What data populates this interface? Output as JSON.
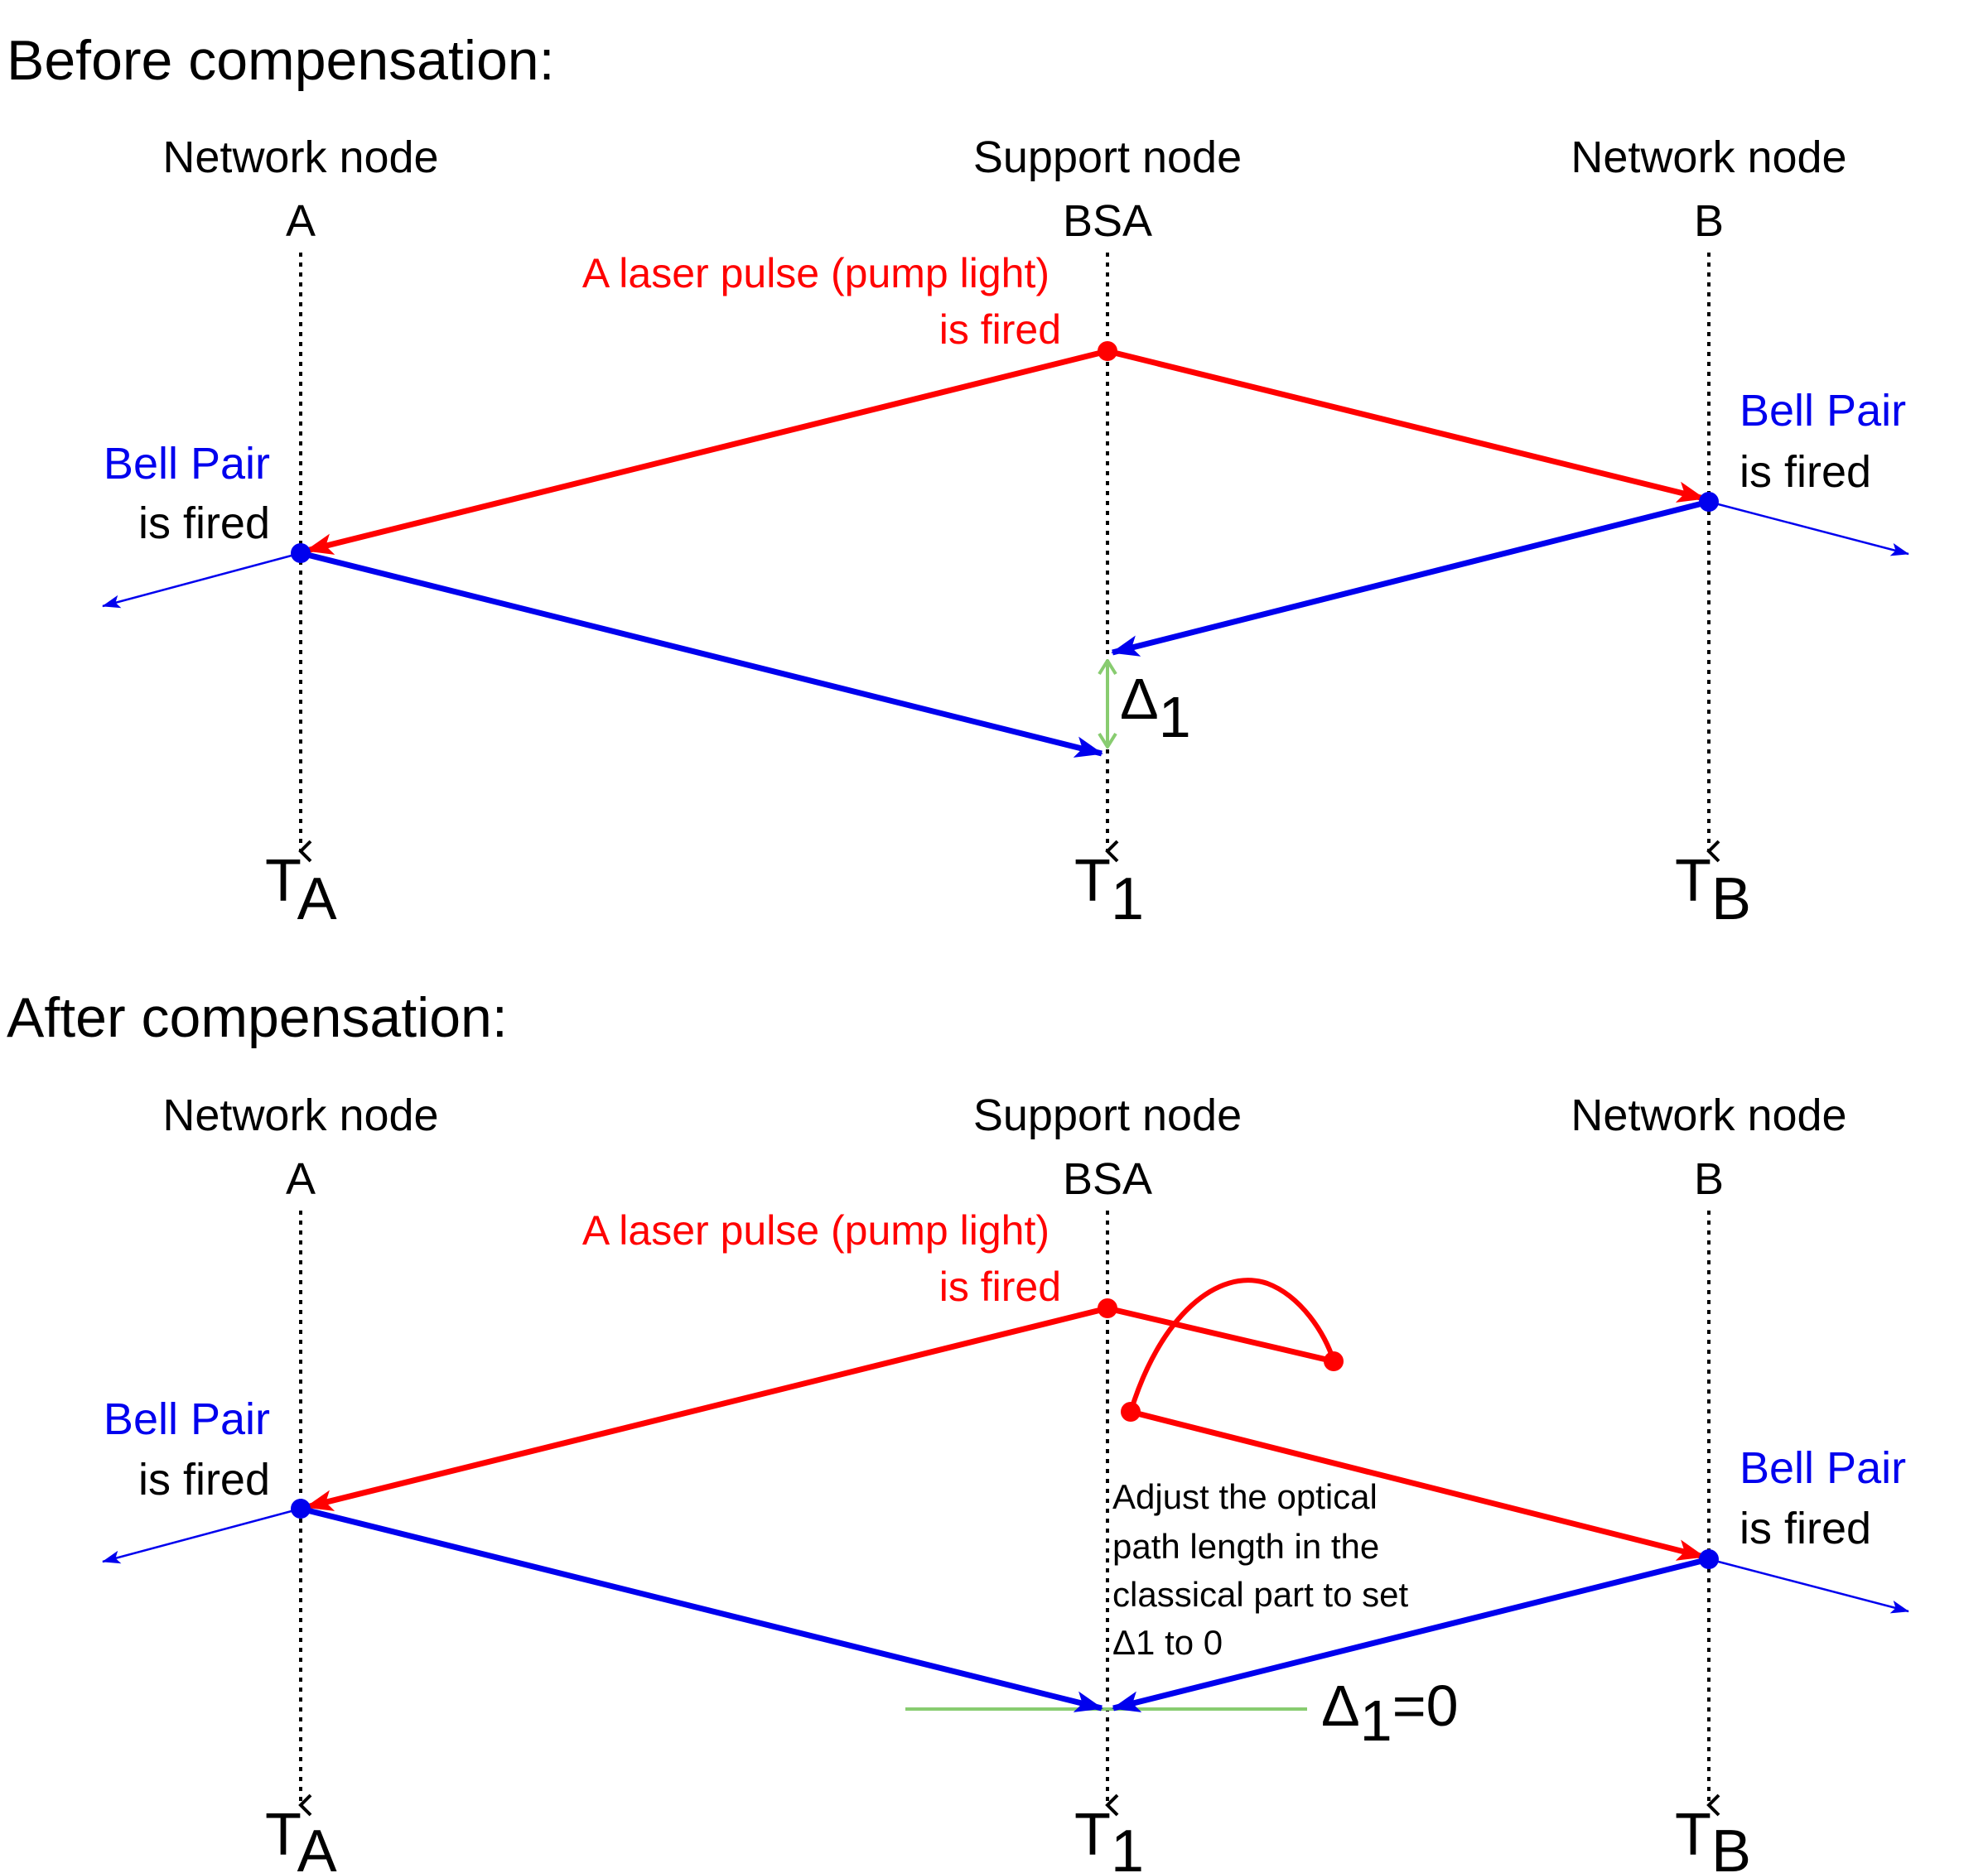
{
  "before": {
    "title": "Before compensation:",
    "node_a": {
      "role": "Network node",
      "name": "A",
      "time_base": "T",
      "time_sub": "A"
    },
    "node_bsa": {
      "role": "Support node",
      "name": "BSA",
      "time_base": "T",
      "time_sub": "1"
    },
    "node_b": {
      "role": "Network node",
      "name": "B",
      "time_base": "T",
      "time_sub": "B"
    },
    "laser_line1": "A laser pulse (pump light)",
    "laser_line2": "is fired",
    "bell_a_line1": "Bell Pair",
    "bell_a_line2": "is fired",
    "bell_b_line1": "Bell Pair",
    "bell_b_line2": "is fired",
    "delta_base": "Δ",
    "delta_sub": "1"
  },
  "after": {
    "title": "After compensation:",
    "node_a": {
      "role": "Network node",
      "name": "A",
      "time_base": "T",
      "time_sub": "A"
    },
    "node_bsa": {
      "role": "Support node",
      "name": "BSA",
      "time_base": "T",
      "time_sub": "1"
    },
    "node_b": {
      "role": "Network node",
      "name": "B",
      "time_base": "T",
      "time_sub": "B"
    },
    "laser_line1": "A laser pulse (pump light)",
    "laser_line2": "is fired",
    "bell_a_line1": "Bell Pair",
    "bell_a_line2": "is fired",
    "bell_b_line1": "Bell Pair",
    "bell_b_line2": "is fired",
    "adjust_lines": [
      "Adjust the optical",
      "path length in the",
      "classical part to set",
      "Δ1 to 0"
    ],
    "delta_base": "Δ",
    "delta_sub": "1",
    "delta_suffix": "=0"
  },
  "colors": {
    "pump": "#ff0000",
    "photon": "#0000ee",
    "delta": "#88cc70",
    "text": "#000000"
  }
}
